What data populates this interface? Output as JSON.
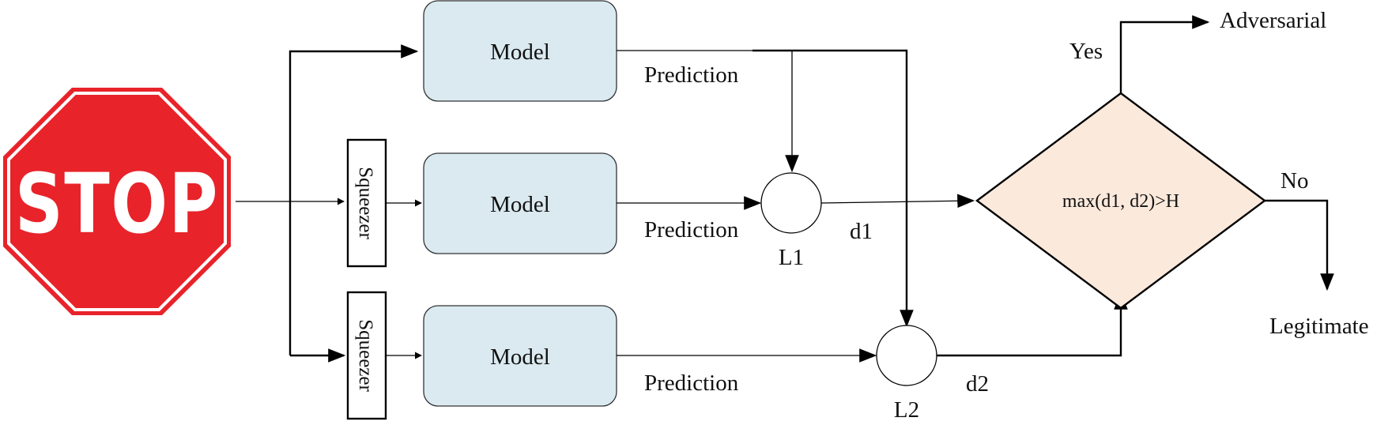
{
  "stop_sign": {
    "text": "STOP",
    "fill": "#e8232a",
    "border": "#ffffff"
  },
  "squeezers": [
    {
      "label": "Squeezer"
    },
    {
      "label": "Squeezer"
    }
  ],
  "models": [
    {
      "label": "Model"
    },
    {
      "label": "Model"
    },
    {
      "label": "Model"
    }
  ],
  "model_fill": "#daeaf0",
  "predictions": [
    {
      "label": "Prediction"
    },
    {
      "label": "Prediction"
    },
    {
      "label": "Prediction"
    }
  ],
  "distance_nodes": [
    {
      "label": "L1"
    },
    {
      "label": "L2"
    }
  ],
  "distances": [
    {
      "label": "d1"
    },
    {
      "label": "d2"
    }
  ],
  "decision": {
    "condition": "max(d1, d2)>H",
    "fill": "#fbe9dc",
    "yes_label": "Yes",
    "no_label": "No"
  },
  "outcomes": {
    "adversarial": "Adversarial",
    "legitimate": "Legitimate"
  }
}
